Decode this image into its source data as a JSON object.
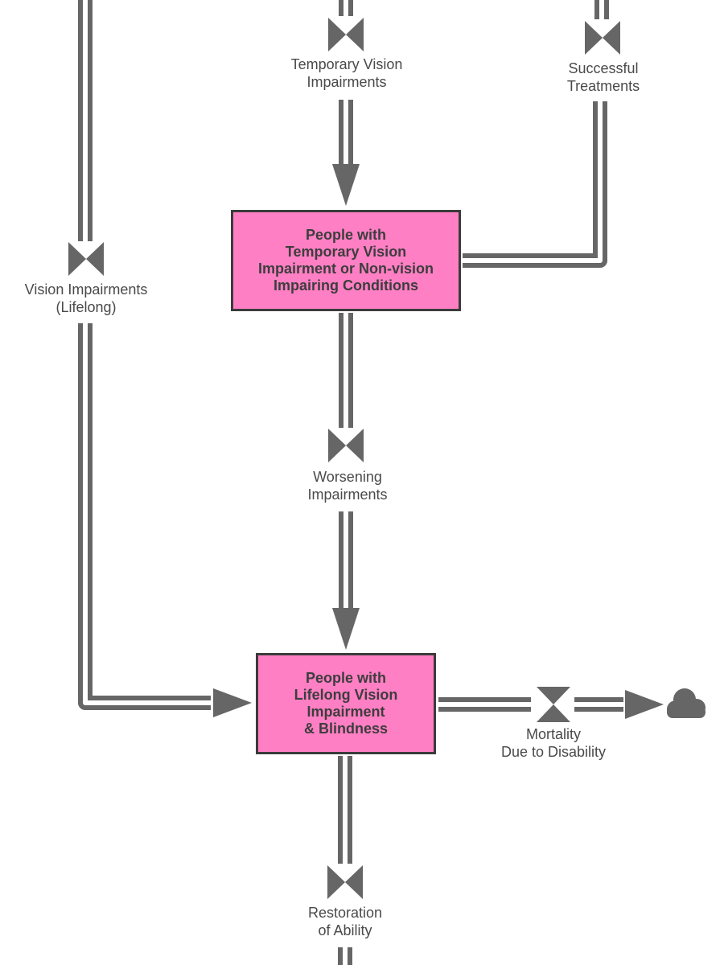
{
  "colors": {
    "stock_fill": "#ff7fc4",
    "stock_border": "#3b3b3b",
    "pipe": "#666666",
    "label_text": "#4a4a4a"
  },
  "stocks": {
    "temporary": {
      "lines": [
        "People with",
        "Temporary Vision",
        "Impairment or Non-vision",
        "Impairing Conditions"
      ]
    },
    "lifelong": {
      "lines": [
        "People with",
        "Lifelong Vision",
        "Impairment",
        "& Blindness"
      ]
    }
  },
  "flows": {
    "temporary_vision_impairments": {
      "lines": [
        "Temporary Vision",
        "Impairments"
      ],
      "icon": "valve-icon"
    },
    "successful_treatments": {
      "lines": [
        "Successful",
        "Treatments"
      ],
      "icon": "valve-icon"
    },
    "vision_impairments_lifelong": {
      "lines": [
        "Vision Impairments",
        "(Lifelong)"
      ],
      "icon": "valve-icon"
    },
    "worsening_impairments": {
      "lines": [
        "Worsening",
        "Impairments"
      ],
      "icon": "valve-icon"
    },
    "mortality_due_to_disability": {
      "lines": [
        "Mortality",
        "Due to Disability"
      ],
      "icon": "valve-icon"
    },
    "restoration_of_ability": {
      "lines": [
        "Restoration",
        "of Ability"
      ],
      "icon": "valve-icon"
    }
  },
  "sink": {
    "icon": "cloud-icon"
  }
}
